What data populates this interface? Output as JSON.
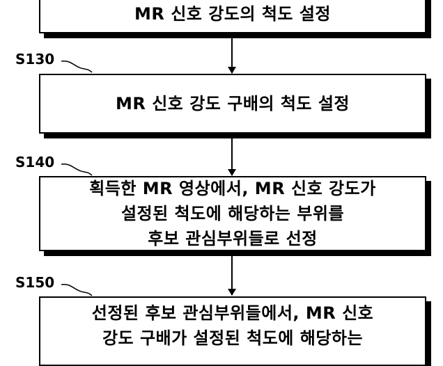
{
  "steps": [
    {
      "id": "S130",
      "lines": [
        "MR 신호 강도 구배의 척도 설정"
      ]
    },
    {
      "id": "S140",
      "lines": [
        "획득한 MR 영상에서, MR 신호 강도가",
        "설정된 척도에 해당하는 부위를",
        "후보 관심부위들로 선정"
      ]
    },
    {
      "id": "S150",
      "lines": [
        "선정된 후보 관심부위들에서, MR 신호",
        "강도 구배가 설정된 척도에 해당하는"
      ]
    }
  ],
  "top_box": {
    "lines": [
      "MR 신호 강도의 척도 설정"
    ]
  }
}
